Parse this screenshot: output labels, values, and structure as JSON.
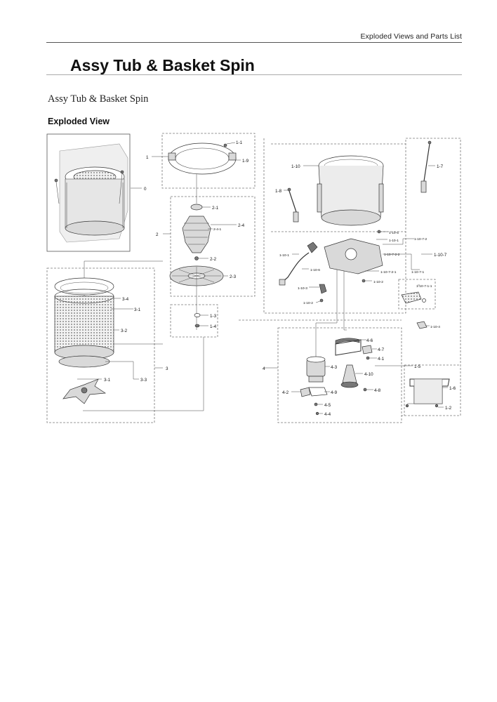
{
  "header": {
    "section": "Exploded Views and Parts List"
  },
  "page_title": "Assy Tub & Basket Spin",
  "caption": "Assy Tub & Basket Spin",
  "view_heading": "Exploded View",
  "groups": {
    "g0": "0",
    "g1": "1",
    "g2": "2",
    "g3": "3",
    "g4": "4"
  },
  "parts": {
    "p1_1": "1-1",
    "p1_9": "1-9",
    "p1_10": "1-10",
    "p1_7": "1-7",
    "p1_8": "1-8",
    "p1_10_5": "1-10-5",
    "p1_10_1": "1-10-1",
    "p1_10_7_2": "1-10-7-2",
    "p1_10_7_2_2": "1-10-7-2-2",
    "p1_10_7": "1-10-7",
    "p1_10_7_2_1": "1-10-7-2-1",
    "p1_10_7_1": "1-10-7-1",
    "p1_10_7_1_1": "1-10-7-1-1",
    "p1_10_2": "1-10-2",
    "p1_10_1b": "1-10-1",
    "p1_10_6": "1-10-6",
    "p1_10_3": "1-10-3",
    "p1_10_2b": "1-10-2",
    "p1_10_4": "1-10-4",
    "p2_1": "2-1",
    "p2_4": "2-4",
    "p2_4_1": "2-4-1",
    "p2_2": "2-2",
    "p2_3": "2-3",
    "p1_3": "1-3",
    "p1_4": "1-4",
    "p3_4": "3-4",
    "p3_1": "3-1",
    "p3_2": "3-2",
    "p3_3": "3-3",
    "p3_1b": "3-1",
    "p4_6": "4-6",
    "p4_7": "4-7",
    "p4_1": "4-1",
    "p1_5": "1-5",
    "p4_3": "4-3",
    "p4_10": "4-10",
    "p4_8": "4-8",
    "p4_2": "4-2",
    "p4_9": "4-9",
    "p4_5": "4-5",
    "p4_4": "4-4",
    "p1_6": "1-6",
    "p1_2": "1-2"
  }
}
